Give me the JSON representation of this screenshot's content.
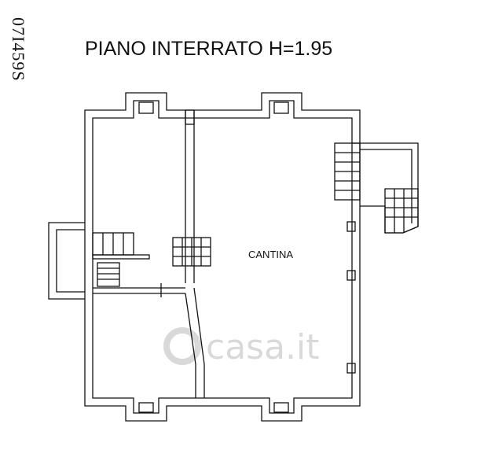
{
  "drawing": {
    "side_code": "07I459S",
    "title": "PIANO INTERRATO H=1.95",
    "room_label": "CANTINA",
    "watermark": "casa.it"
  },
  "colors": {
    "line": "#111111",
    "watermark": "#d9d9d9",
    "background": "#ffffff"
  }
}
